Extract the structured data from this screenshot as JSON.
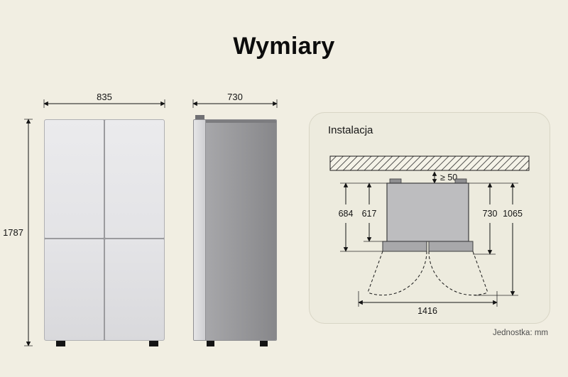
{
  "title": "Wymiary",
  "front_view": {
    "width": "835",
    "height": "1787"
  },
  "side_view": {
    "depth": "730"
  },
  "installation": {
    "heading": "Instalacja",
    "top_clearance": "≥ 50",
    "body_depth": "617",
    "door_depth": "684",
    "handle_depth": "730",
    "open_depth": "1065",
    "open_width": "1416"
  },
  "footer": {
    "unit": "Jednostka: mm"
  },
  "colors": {
    "background": "#f1eee2",
    "panel": "#edebde",
    "line": "#141414"
  }
}
